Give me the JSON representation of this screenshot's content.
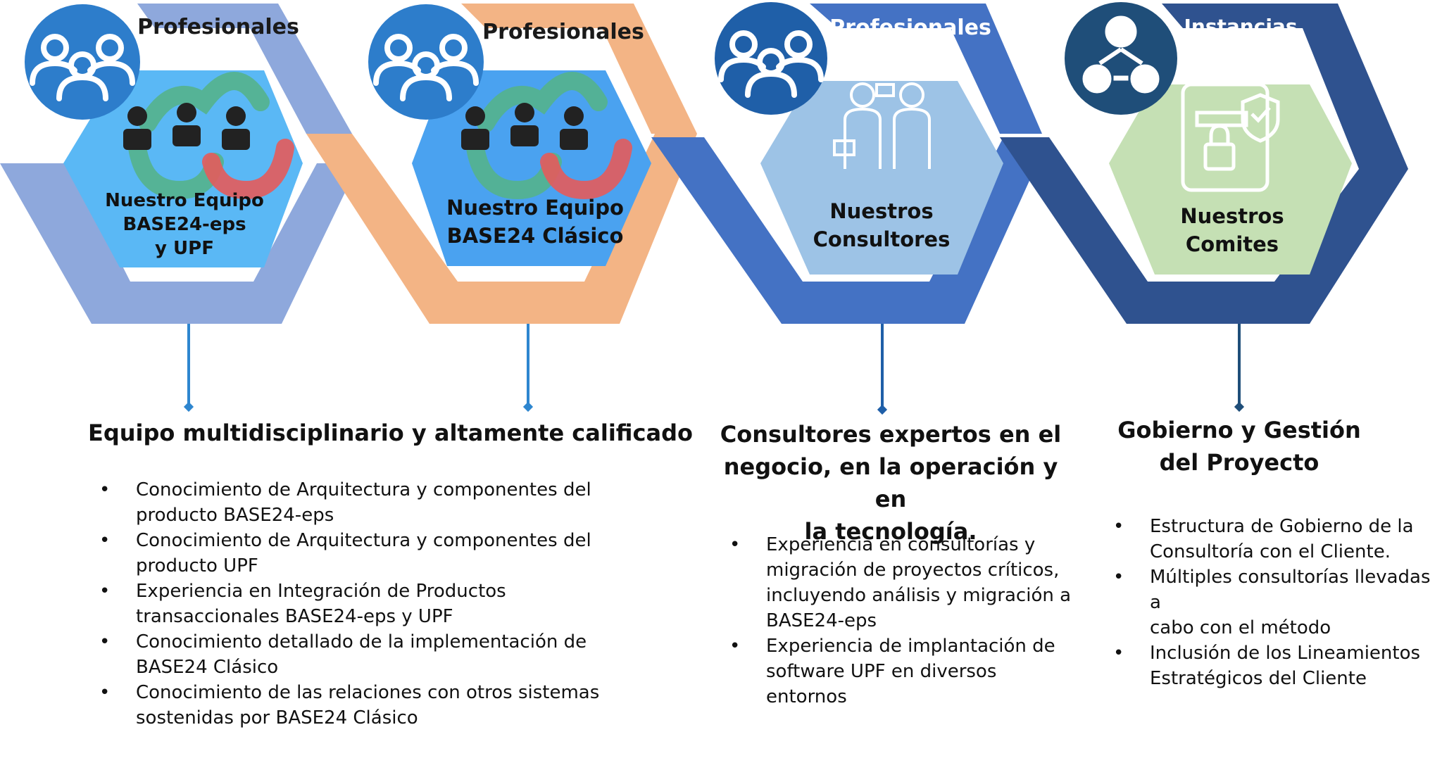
{
  "stages": [
    {
      "category_label": "Profesionales",
      "hex_title_lines": [
        "Nuestro Equipo",
        "BASE24-eps",
        "y UPF"
      ],
      "colors": {
        "chevron": "#8ea8dc",
        "hex": "#5ab8f5",
        "circle": "#2d7dcb",
        "tab_text": "#1a1a1a",
        "connector": "#2e86cf"
      }
    },
    {
      "category_label": "Profesionales",
      "hex_title_lines": [
        "Nuestro Equipo",
        "BASE24 Clásico"
      ],
      "colors": {
        "chevron": "#f3b485",
        "hex": "#4aa2f0",
        "circle": "#2d7dcb",
        "tab_text": "#1a1a1a",
        "connector": "#2e86cf"
      }
    },
    {
      "category_label": "Profesionales",
      "hex_title_lines": [
        "Nuestros",
        "Consultores"
      ],
      "colors": {
        "chevron": "#4472c4",
        "hex": "#9dc3e6",
        "circle": "#1f5fa8",
        "tab_text": "#ffffff",
        "connector": "#1f5fa8"
      }
    },
    {
      "category_label": "Instancias",
      "hex_title_lines": [
        "Nuestros",
        "Comites"
      ],
      "colors": {
        "chevron": "#2f528f",
        "hex": "#c5e0b4",
        "circle": "#1f4e79",
        "tab_text": "#ffffff",
        "connector": "#1f4e79"
      }
    }
  ],
  "sections": [
    {
      "heading_lines": [
        "Equipo multidisciplinario y altamente calificado"
      ],
      "bullets": [
        [
          "Conocimiento de Arquitectura y componentes del",
          "producto BASE24-eps"
        ],
        [
          "Conocimiento de Arquitectura y componentes del",
          "producto UPF"
        ],
        [
          "Experiencia en Integración de Productos",
          "transaccionales BASE24-eps y UPF"
        ],
        [
          "Conocimiento detallado de la implementación de",
          "BASE24 Clásico"
        ],
        [
          "Conocimiento de las relaciones con otros sistemas",
          "sostenidas por BASE24 Clásico"
        ]
      ]
    },
    {
      "heading_lines": [
        "Consultores expertos en el",
        "negocio, en la operación y en",
        "la tecnología."
      ],
      "bullets": [
        [
          "Experiencia en consultorías y",
          "migración de proyectos críticos,",
          "incluyendo análisis y migración a",
          "BASE24-eps"
        ],
        [
          "Experiencia de implantación de",
          "software UPF en diversos",
          "entornos"
        ]
      ]
    },
    {
      "heading_lines": [
        "Gobierno y Gestión",
        "del Proyecto"
      ],
      "bullets": [
        [
          "Estructura de Gobierno de la",
          "Consultoría con el Cliente."
        ],
        [
          "Múltiples consultorías llevadas a",
          "cabo con el método"
        ],
        [
          "Inclusión de los Lineamientos",
          "Estratégicos del Cliente"
        ]
      ]
    }
  ],
  "icons": {
    "group": "people-group-icon",
    "team_network": "team-network-icon",
    "consultants": "consultants-icon",
    "hierarchy": "org-hierarchy-icon",
    "secure_phone": "secure-phone-icon"
  }
}
